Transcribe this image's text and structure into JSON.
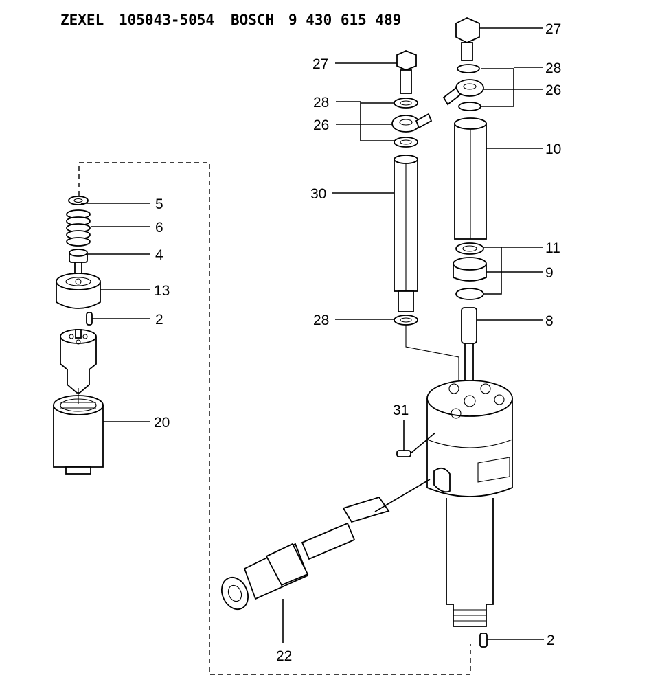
{
  "header": {
    "maker1": "ZEXEL",
    "part1": "105043-5054",
    "maker2": "BOSCH",
    "part2": "9 430 615 489"
  },
  "callouts": {
    "c27a": "27",
    "c28a": "28",
    "c26a": "26",
    "c30": "30",
    "c28c": "28",
    "c27b": "27",
    "c28b": "28",
    "c26b": "26",
    "c10": "10",
    "c11": "11",
    "c9": "9",
    "c8": "8",
    "c31": "31",
    "c22": "22",
    "c2b": "2",
    "c5": "5",
    "c6": "6",
    "c4": "4",
    "c13": "13",
    "c2a": "2",
    "c20": "20"
  }
}
